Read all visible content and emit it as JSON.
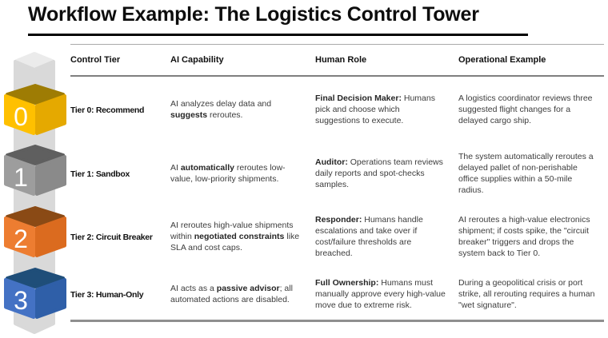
{
  "title": "Workflow Example: The Logistics Control Tower",
  "column": {
    "top": "#EBEBEB",
    "body": "#D9D9D9"
  },
  "table": {
    "headers": [
      "Control Tier",
      "AI Capability",
      "Human Role",
      "Operational Example"
    ],
    "rows": [
      {
        "tier_number": "0",
        "tier_label": "Tier 0: Recommend",
        "cube": {
          "top": "#9E7C04",
          "left": "#FFC000",
          "right": "#E5A900",
          "number_color": "#FFFFFF"
        },
        "ai_capability": [
          {
            "t": "AI analyzes delay data and "
          },
          {
            "t": "suggests",
            "b": true
          },
          {
            "t": " reroutes."
          }
        ],
        "human_role": [
          {
            "t": "Final Decision Maker:",
            "b": true
          },
          {
            "t": " Humans pick and choose which suggestions to execute."
          }
        ],
        "operational_example": "A logistics coordinator reviews three suggested flight changes for a delayed cargo ship."
      },
      {
        "tier_number": "1",
        "tier_label": "Tier 1: Sandbox",
        "cube": {
          "top": "#5F5F5F",
          "left": "#9D9D9D",
          "right": "#8A8A8A",
          "number_color": "#FFFFFF"
        },
        "ai_capability": [
          {
            "t": "AI "
          },
          {
            "t": "automatically",
            "b": true
          },
          {
            "t": " reroutes low-value, low-priority shipments."
          }
        ],
        "human_role": [
          {
            "t": "Auditor:",
            "b": true
          },
          {
            "t": " Operations team reviews daily reports and spot-checks samples."
          }
        ],
        "operational_example": "The system automatically reroutes a delayed pallet of non-perishable office supplies within a 50-mile radius."
      },
      {
        "tier_number": "2",
        "tier_label": "Tier 2: Circuit Breaker",
        "cube": {
          "top": "#8A4A15",
          "left": "#ED7D31",
          "right": "#DB6B1F",
          "number_color": "#FFFFFF"
        },
        "ai_capability": [
          {
            "t": "AI reroutes high-value shipments within "
          },
          {
            "t": "negotiated constraints",
            "b": true
          },
          {
            "t": " like SLA and cost caps."
          }
        ],
        "human_role": [
          {
            "t": "Responder:",
            "b": true
          },
          {
            "t": " Humans handle escalations and take over if cost/failure thresholds are breached."
          }
        ],
        "operational_example": "AI reroutes a high-value electronics shipment; if costs spike, the \"circuit breaker\" triggers and drops the system back to Tier 0."
      },
      {
        "tier_number": "3",
        "tier_label": "Tier 3: Human-Only",
        "cube": {
          "top": "#1F4E79",
          "left": "#4472C4",
          "right": "#2F5FA8",
          "number_color": "#FFFFFF"
        },
        "ai_capability": [
          {
            "t": "AI acts as a "
          },
          {
            "t": "passive advisor",
            "b": true
          },
          {
            "t": "; all automated actions are disabled."
          }
        ],
        "human_role": [
          {
            "t": "Full Ownership:",
            "b": true
          },
          {
            "t": " Humans must manually approve every high-value move due to extreme risk."
          }
        ],
        "operational_example": "During a geopolitical crisis or port strike, all rerouting requires a human \"wet signature\"."
      }
    ]
  }
}
